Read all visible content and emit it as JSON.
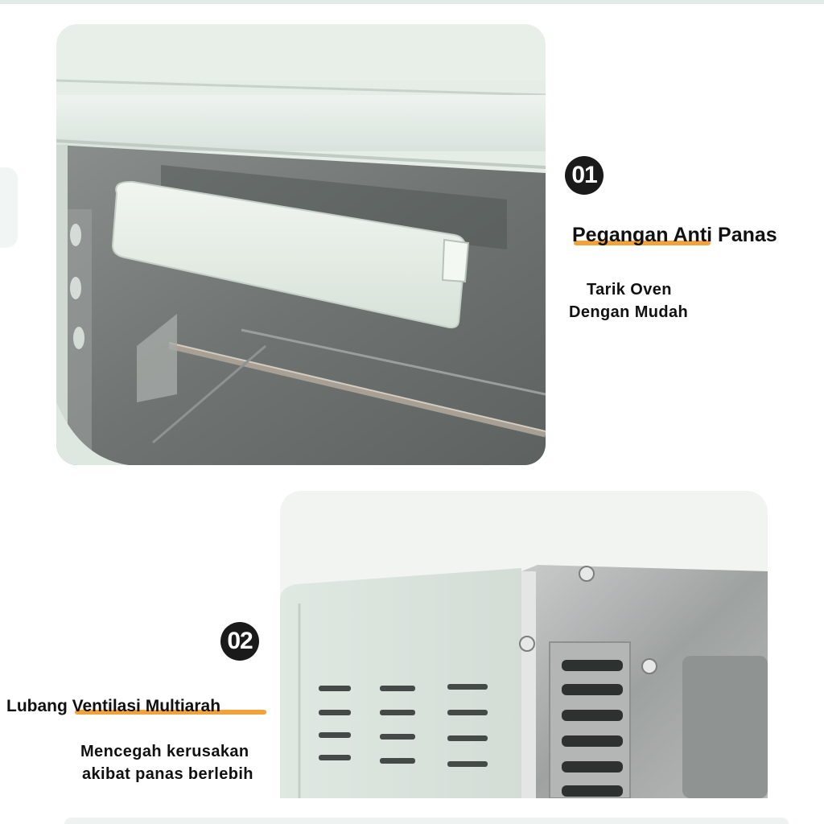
{
  "feature1": {
    "number": "01",
    "title": "Pegangan Anti Panas",
    "description_line1": "Tarik Oven",
    "description_line2": "Dengan Mudah",
    "image_subject": "oven-door-handle"
  },
  "feature2": {
    "number": "02",
    "title": "Lubang Ventilasi Multiarah",
    "description_line1": "Mencegah kerusakan",
    "description_line2": "akibat panas berlebih",
    "image_subject": "oven-side-vents"
  },
  "colors": {
    "badge": "#1a1a1a",
    "underline": "#f2a23a",
    "oven_body": "#dfe8e1",
    "text": "#111111"
  }
}
